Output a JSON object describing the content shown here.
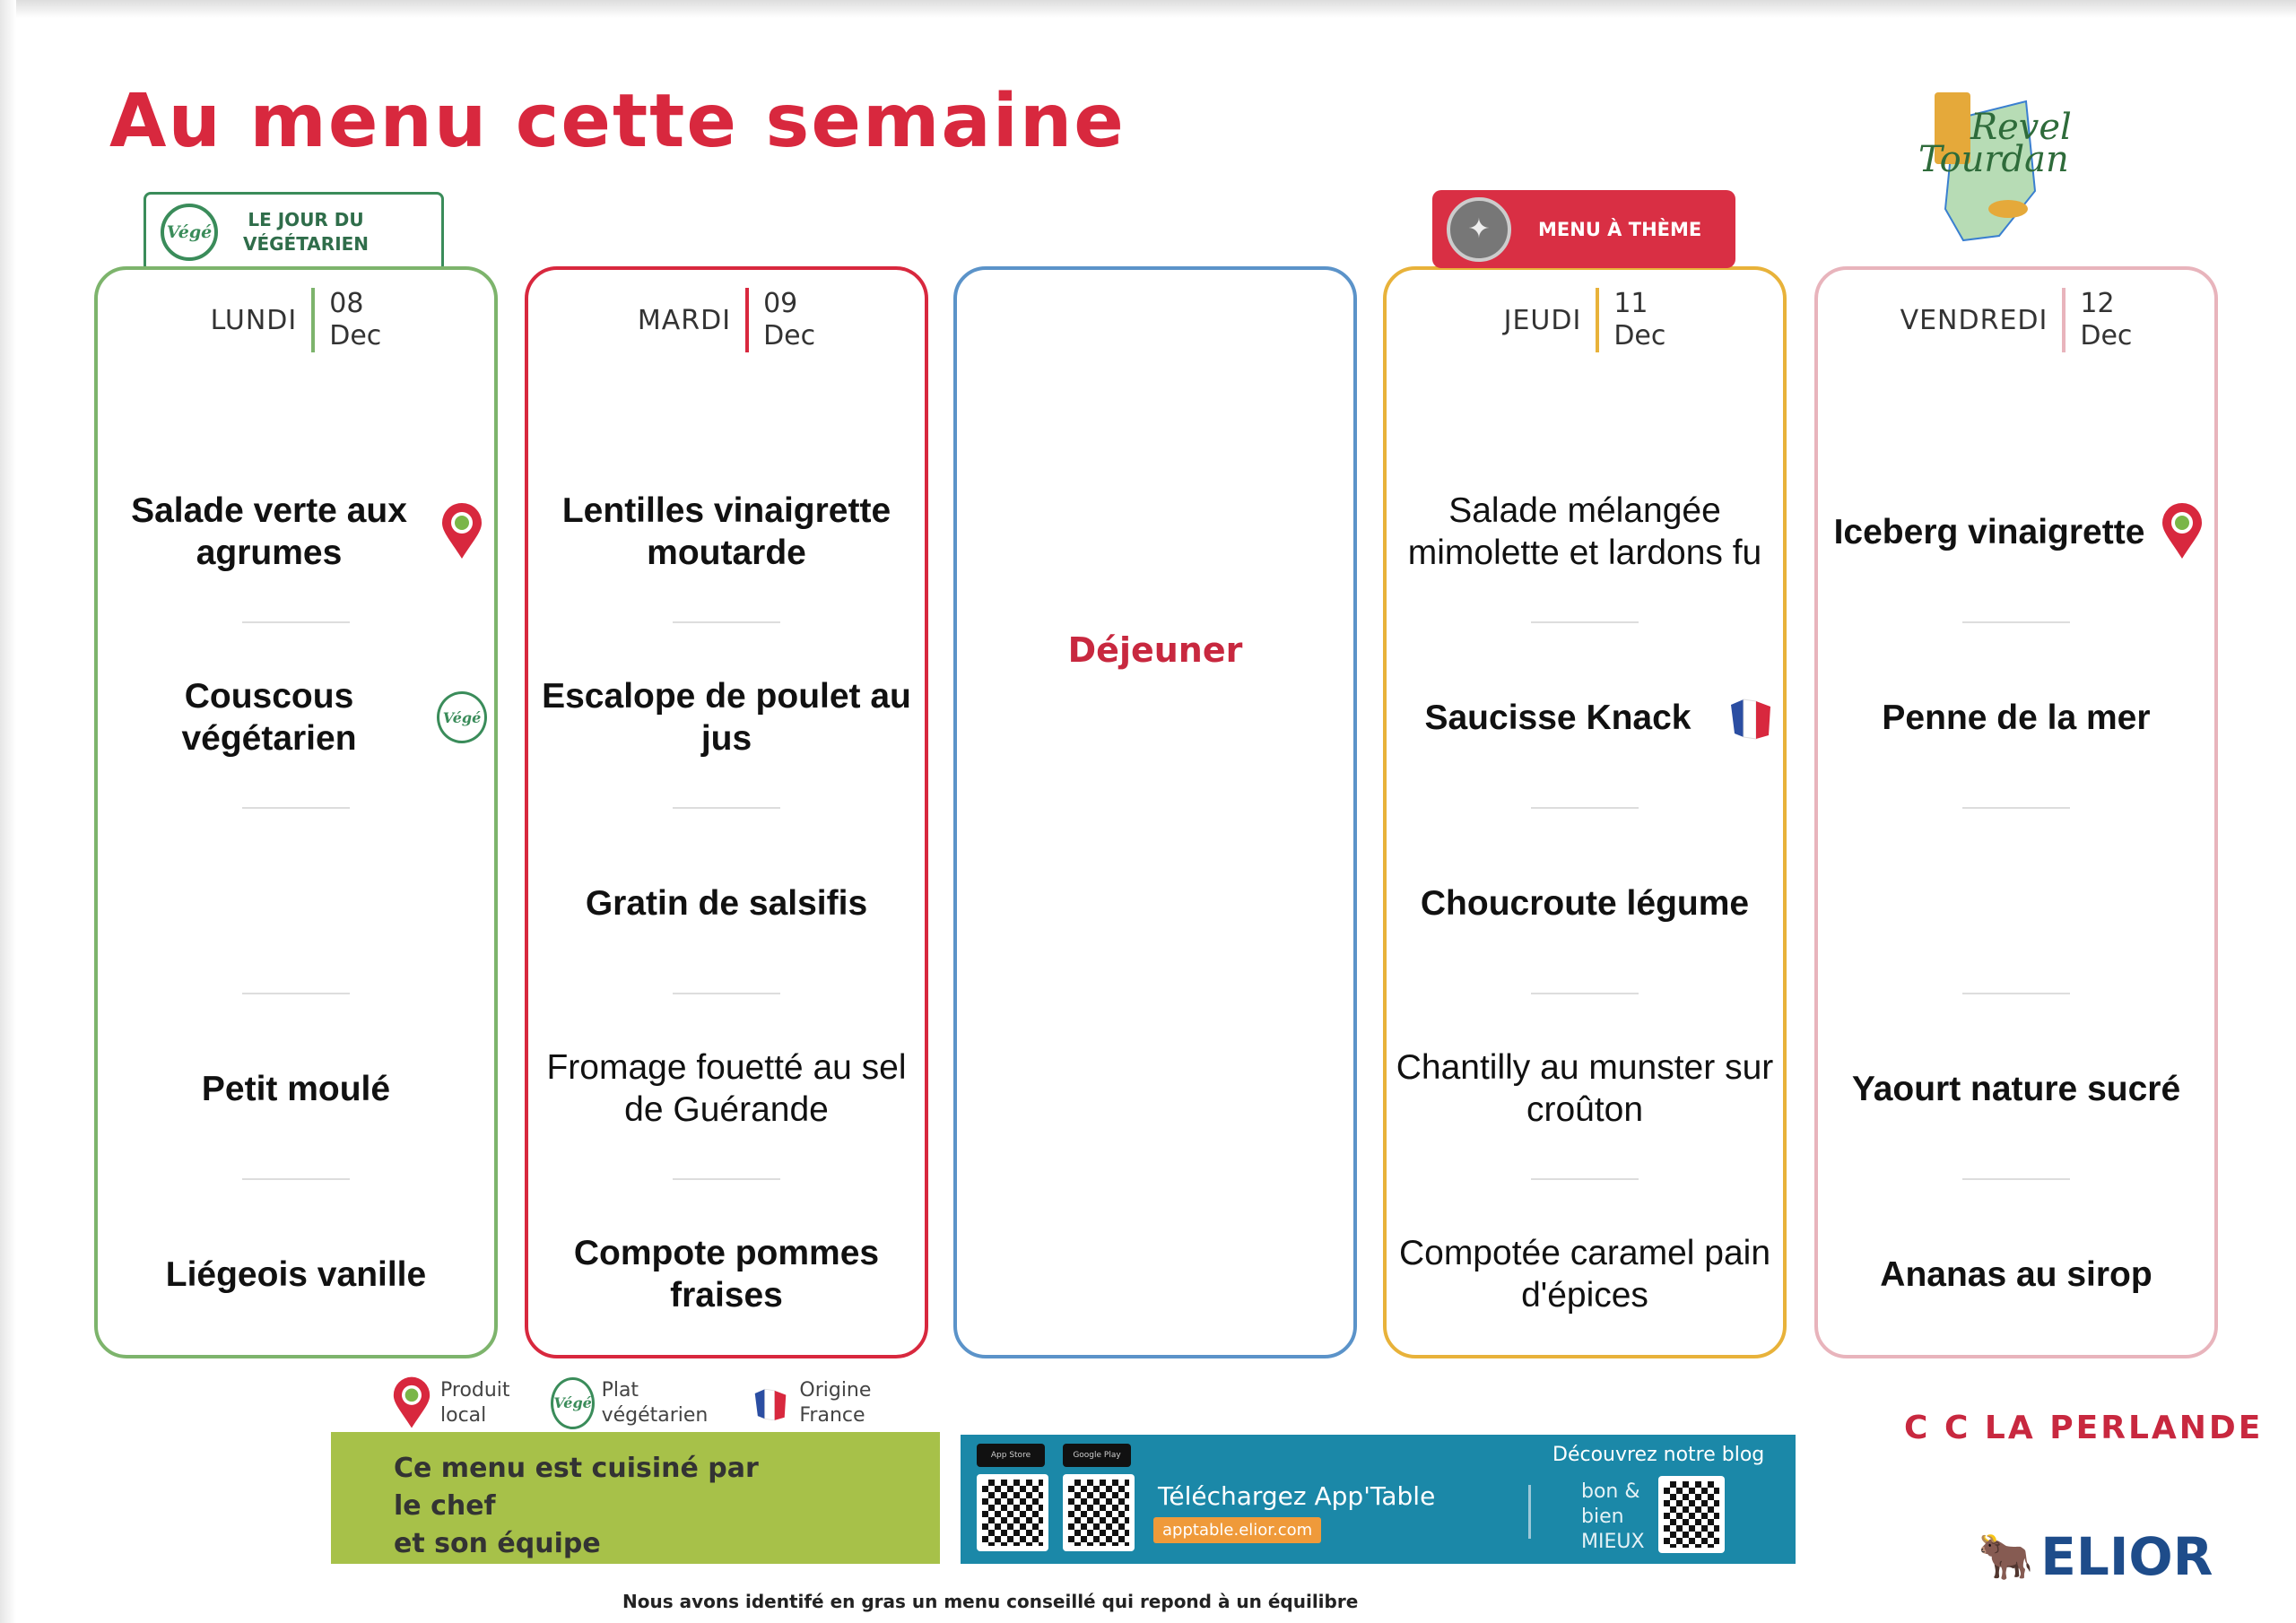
{
  "title": "Au menu cette semaine",
  "badges": {
    "vege": {
      "icon_text": "Végé",
      "line1": "LE JOUR DU",
      "line2": "VÉGÉTARIEN"
    },
    "theme": {
      "label": "MENU À THÈME"
    }
  },
  "logo": {
    "line1": "Revel",
    "line2": "Tourdan"
  },
  "lunch_label": "Déjeuner",
  "colors": {
    "title": "#d8283e",
    "lundi": "#7db46c",
    "mardi": "#d8283e",
    "dejeuner": "#5b93c9",
    "jeudi": "#e8b23a",
    "vendredi": "#e8b4bc"
  },
  "days": [
    {
      "name": "LUNDI",
      "day": "08",
      "month": "Dec",
      "color": "#7db46c",
      "dishes": [
        {
          "name": "Salade verte aux agrumes",
          "bold": true,
          "icon": "local"
        },
        {
          "name": "Couscous végétarien",
          "bold": true,
          "icon": "vege"
        },
        {
          "name": "",
          "bold": true,
          "icon": ""
        },
        {
          "name": "Petit moulé",
          "bold": true,
          "icon": ""
        },
        {
          "name": "Liégeois vanille",
          "bold": true,
          "icon": ""
        }
      ]
    },
    {
      "name": "MARDI",
      "day": "09",
      "month": "Dec",
      "color": "#d8283e",
      "dishes": [
        {
          "name": "Lentilles vinaigrette moutarde",
          "bold": true,
          "icon": ""
        },
        {
          "name": "Escalope de poulet au jus",
          "bold": true,
          "icon": ""
        },
        {
          "name": "Gratin de salsifis",
          "bold": true,
          "icon": ""
        },
        {
          "name": "Fromage fouetté au sel de Guérande",
          "bold": false,
          "icon": ""
        },
        {
          "name": "Compote pommes fraises",
          "bold": true,
          "icon": ""
        }
      ]
    },
    {
      "name": "JEUDI",
      "day": "11",
      "month": "Dec",
      "color": "#e8b23a",
      "dishes": [
        {
          "name": "Salade mélangée mimolette  et  lardons fu",
          "bold": false,
          "icon": ""
        },
        {
          "name": "Saucisse Knack",
          "bold": true,
          "icon": "france"
        },
        {
          "name": "Choucroute légume",
          "bold": true,
          "icon": ""
        },
        {
          "name": "Chantilly au munster sur croûton",
          "bold": false,
          "icon": ""
        },
        {
          "name": "Compotée caramel pain d'épices",
          "bold": false,
          "icon": ""
        }
      ]
    },
    {
      "name": "VENDREDI",
      "day": "12",
      "month": "Dec",
      "color": "#e8b4bc",
      "dishes": [
        {
          "name": "Iceberg vinaigrette",
          "bold": true,
          "icon": "local"
        },
        {
          "name": "Penne de la mer",
          "bold": true,
          "icon": ""
        },
        {
          "name": "",
          "bold": true,
          "icon": ""
        },
        {
          "name": "Yaourt nature sucré",
          "bold": true,
          "icon": ""
        },
        {
          "name": "Ananas au sirop",
          "bold": true,
          "icon": ""
        }
      ]
    }
  ],
  "legend": [
    {
      "icon": "local",
      "line1": "Produit",
      "line2": "local"
    },
    {
      "icon": "vege",
      "line1": "Plat",
      "line2": "végétarien"
    },
    {
      "icon": "france",
      "line1": "Origine",
      "line2": "France"
    }
  ],
  "chef_box": {
    "line1": "Ce menu est cuisiné par",
    "line2": "le chef",
    "line3": "et son équipe"
  },
  "app_box": {
    "store1": "App Store",
    "store2": "Google Play",
    "download": "Téléchargez App'Table",
    "url": "apptable.elior.com",
    "blog": "Découvrez notre blog",
    "brand": "bon & bien MIEUX"
  },
  "site_name": "C C  LA PERLANDE",
  "brand": "ELIOR",
  "footer": "Nous avons identifé en gras un menu conseillé qui repond à un équilibre"
}
